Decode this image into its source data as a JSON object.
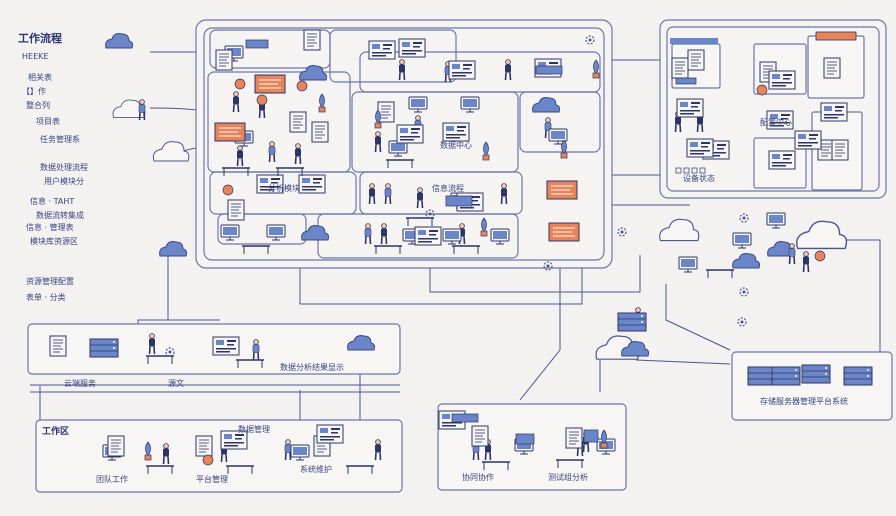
{
  "colors": {
    "background": "#f3f2f0",
    "line": "#4a5590",
    "panel_stroke": "#6c76a8",
    "panel_fill": "#f7f6f4",
    "accent_blue": "#6a86c8",
    "accent_orange": "#e8845a",
    "person_dark": "#2d3566"
  },
  "left_column": {
    "title": "工作流程",
    "lines": [
      "HEEKE",
      "相关表",
      "【】作",
      "整合列",
      "项目表",
      "任务管理系",
      "数据处理流程",
      "用户模块分",
      "信息 · TAHT",
      "数据流转集成",
      "信息 · 管理表",
      "模块库资源区",
      "资源管理配置",
      "表单 · 分类"
    ]
  },
  "center_panel": {
    "labels": [
      "分析模块",
      "信息流程",
      "数据中心"
    ]
  },
  "right_panel": {
    "labels": [
      "配置中心",
      "设备状态"
    ]
  },
  "middle_left_panel": {
    "caption_left": "云端服务",
    "caption_mid": "源文",
    "caption_right": "数据分析结果显示"
  },
  "bottom_left_panel": {
    "title": "工作区",
    "captions": [
      "团队工作",
      "平台管理",
      "数据管理",
      "系统维护"
    ]
  },
  "bottom_mid_panel": {
    "captions": [
      "协同协作",
      "测试组分析"
    ]
  },
  "right_bottom_panel": {
    "caption": "存储服务器管理平台系统"
  },
  "icons": [
    "cloud-icon",
    "person-icon",
    "monitor-icon",
    "document-icon",
    "gear-icon",
    "server-icon",
    "plant-icon"
  ]
}
